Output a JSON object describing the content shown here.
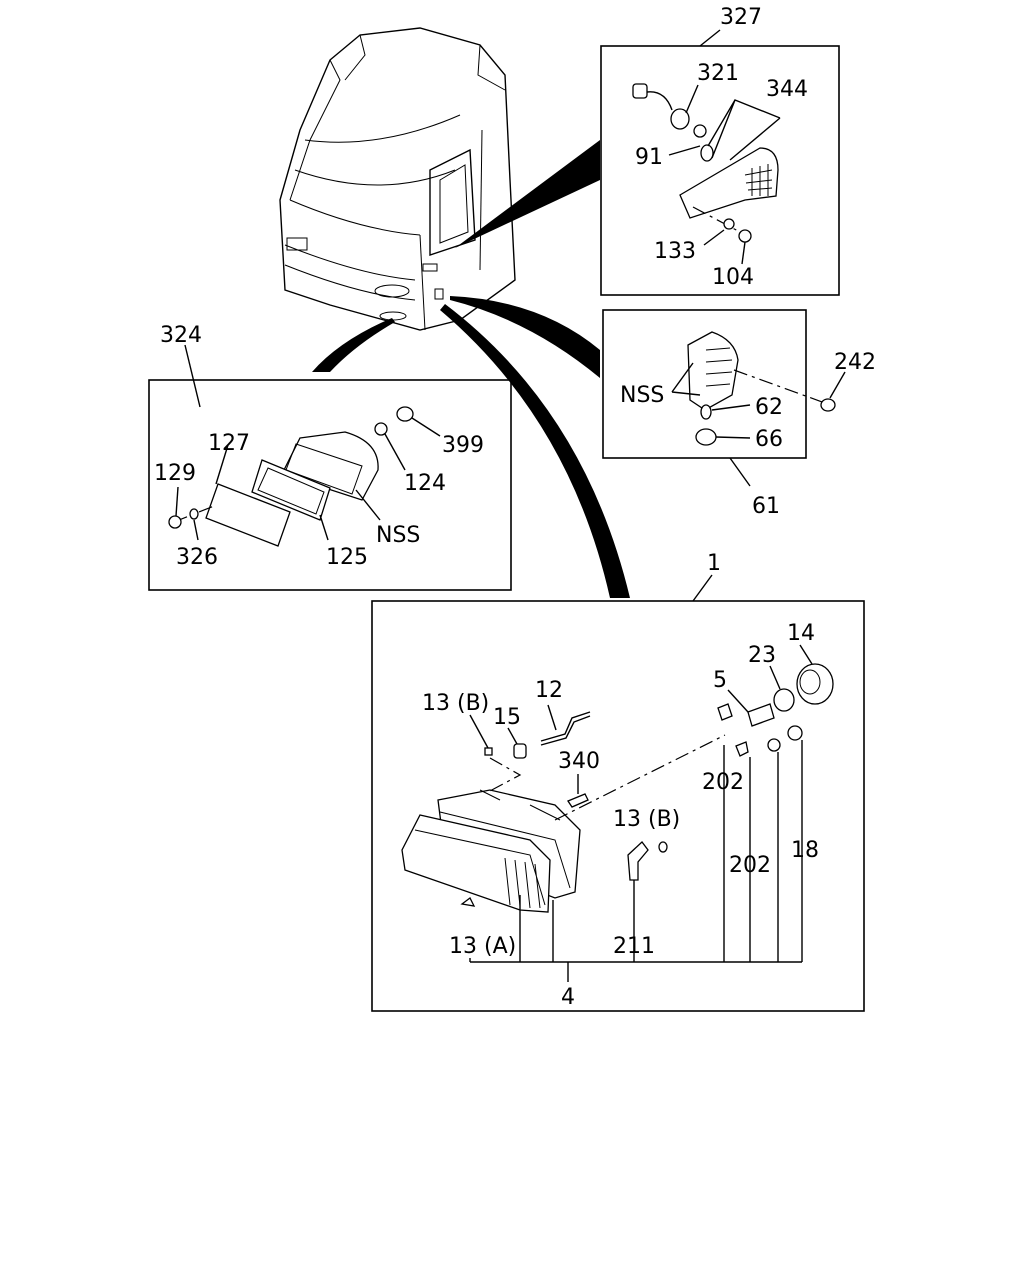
{
  "labels": {
    "l327": "327",
    "l321": "321",
    "l344": "344",
    "l91": "91",
    "l133": "133",
    "l104": "104",
    "l324": "324",
    "l127": "127",
    "l129": "129",
    "l399": "399",
    "l124": "124",
    "lnss1": "NSS",
    "l326": "326",
    "l125": "125",
    "lnss2": "NSS",
    "l242": "242",
    "l62": "62",
    "l66": "66",
    "l61": "61",
    "l1": "1",
    "l14": "14",
    "l23": "23",
    "l5": "5",
    "l12": "12",
    "l13b1": "13 (B)",
    "l15": "15",
    "l340": "340",
    "l13b2": "13 (B)",
    "l202a": "202",
    "l202b": "202",
    "l18": "18",
    "l13a": "13 (A)",
    "l211": "211",
    "l4": "4"
  }
}
